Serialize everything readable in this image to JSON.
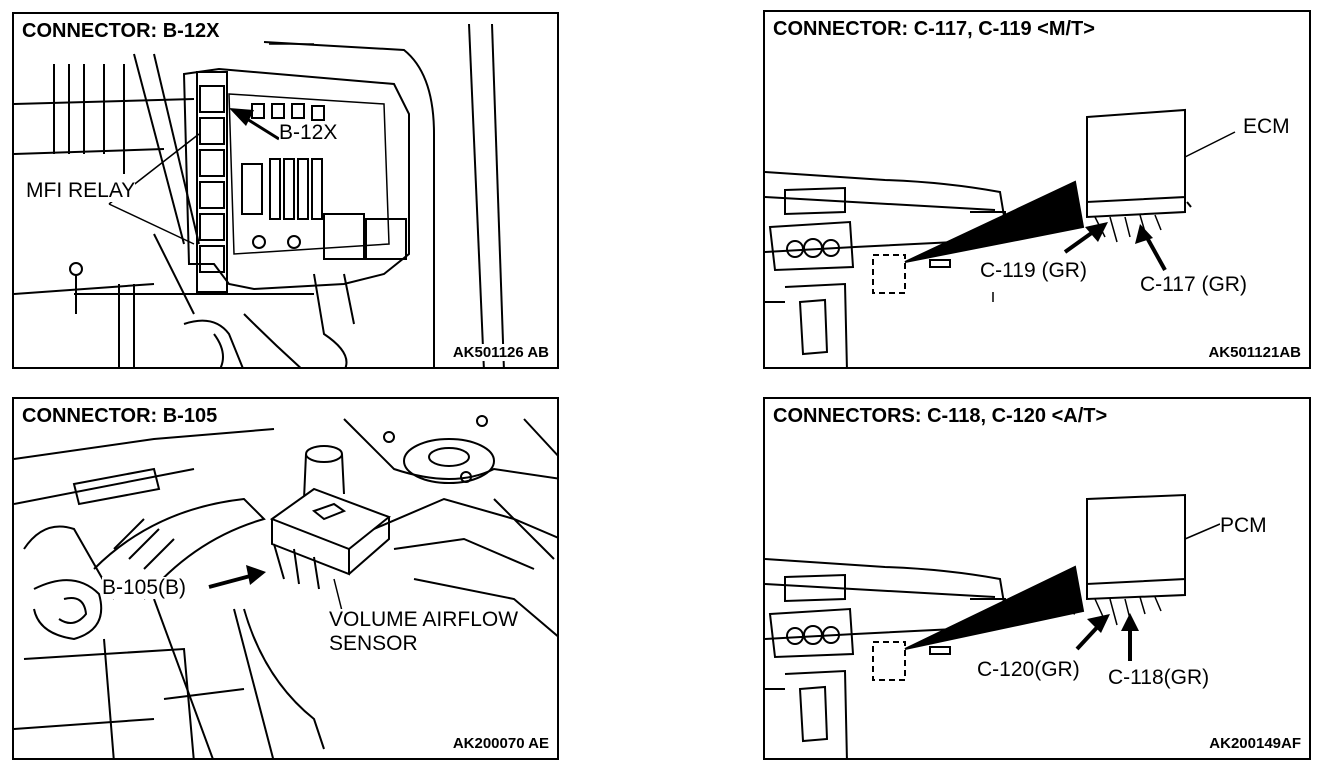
{
  "panels": {
    "p1": {
      "title": "CONNECTOR: B-12X",
      "code": "AK501126 AB",
      "labels": {
        "connector": "B-12X",
        "relay": "MFI RELAY"
      }
    },
    "p2": {
      "title": "CONNECTOR: C-117, C-119 <M/T>",
      "code": "AK501121AB",
      "labels": {
        "module": "ECM",
        "left": "C-119 (GR)",
        "right": "C-117 (GR)"
      }
    },
    "p3": {
      "title": "CONNECTOR: B-105",
      "code": "AK200070 AE",
      "labels": {
        "connector": "B-105(B)",
        "sensor_line1": "VOLUME AIRFLOW",
        "sensor_line2": "SENSOR"
      }
    },
    "p4": {
      "title": "CONNECTORS: C-118, C-120 <A/T>",
      "code": "AK200149AF",
      "labels": {
        "module": "PCM",
        "left": "C-120(GR)",
        "right": "C-118(GR)"
      }
    }
  }
}
